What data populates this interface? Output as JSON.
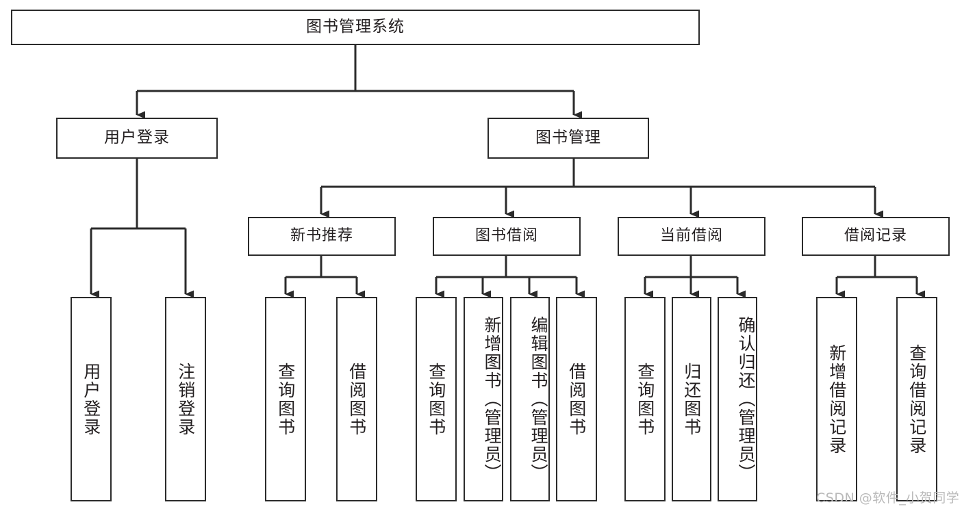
{
  "diagram": {
    "title": "图书管理系统",
    "watermark": "CSDN @软件_小贺同学",
    "colors": {
      "box_border": "#2b2b2b",
      "text": "#231f20",
      "background": "#ffffff",
      "edge": "#2b2b2b",
      "watermark": "#b9b9b9"
    },
    "level1": [
      {
        "label": "图书管理系统"
      }
    ],
    "level2": [
      {
        "label": "用户登录"
      },
      {
        "label": "图书管理"
      }
    ],
    "level3": [
      {
        "label": "新书推荐"
      },
      {
        "label": "图书借阅"
      },
      {
        "label": "当前借阅"
      },
      {
        "label": "借阅记录"
      }
    ],
    "leaves": [
      {
        "label": "用户登录",
        "parent": "用户登录"
      },
      {
        "label": "注销登录",
        "parent": "用户登录"
      },
      {
        "label": "查询图书",
        "parent": "新书推荐"
      },
      {
        "label": "借阅图书",
        "parent": "新书推荐"
      },
      {
        "label": "查询图书",
        "parent": "图书借阅"
      },
      {
        "label": "新增图书（管理员）",
        "parent": "图书借阅"
      },
      {
        "label": "编辑图书（管理员）",
        "parent": "图书借阅"
      },
      {
        "label": "借阅图书",
        "parent": "图书借阅"
      },
      {
        "label": "查询图书",
        "parent": "当前借阅"
      },
      {
        "label": "归还图书",
        "parent": "当前借阅"
      },
      {
        "label": "确认归还（管理员）",
        "parent": "当前借阅"
      },
      {
        "label": "新增借阅记录",
        "parent": "借阅记录"
      },
      {
        "label": "查询借阅记录",
        "parent": "借阅记录"
      }
    ]
  }
}
